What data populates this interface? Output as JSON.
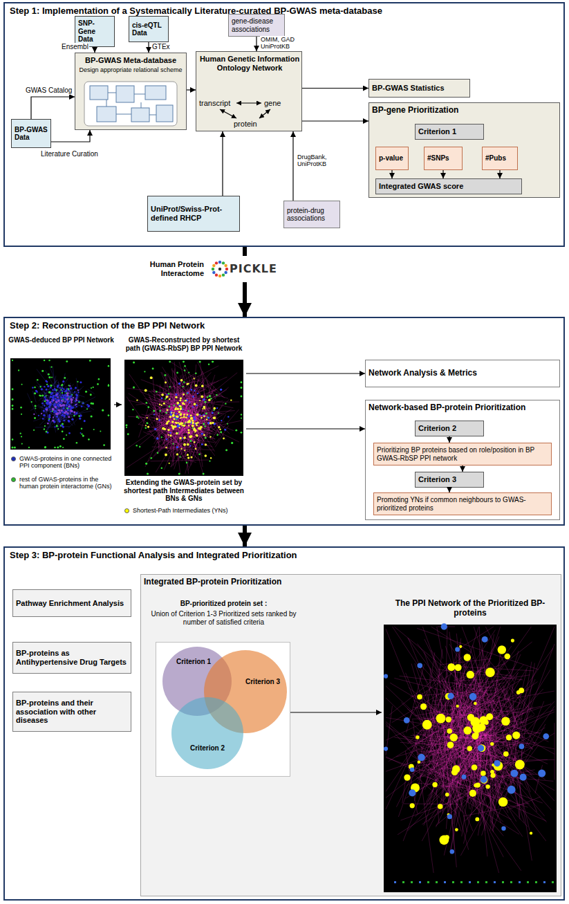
{
  "diagram": {
    "nodes": [
      {
        "text": [
          "Step 1: Implementation of a Systematically Literature-curated BP-GWAS meta-database"
        ]
      },
      {
        "text": [
          "SNP-Gene Data"
        ],
        "in": 0
      },
      {
        "text": [
          "cis-eQTL Data"
        ],
        "in": 0
      },
      {
        "text": [
          "BP-GWAS Meta-database",
          "Design appropriate relational scheme"
        ],
        "in": 0
      },
      {
        "text": [
          "BP-GWAS Data"
        ],
        "in": 0
      },
      {
        "text": [
          "gene-disease associations"
        ],
        "in": 0
      },
      {
        "text": [
          "Human Genetic Information Ontology Network",
          "transcript",
          "gene",
          "protein"
        ],
        "in": 0
      },
      {
        "text": [
          "BP-GWAS Statistics"
        ],
        "in": 0
      },
      {
        "text": [
          "BP-gene Prioritization"
        ],
        "in": 0
      },
      {
        "text": [
          "Criterion 1"
        ],
        "in": 8
      },
      {
        "text": [
          "p-value"
        ],
        "in": 8
      },
      {
        "text": [
          "#SNPs"
        ],
        "in": 8
      },
      {
        "text": [
          "#Pubs"
        ],
        "in": 8
      },
      {
        "text": [
          "Integrated GWAS score"
        ],
        "in": 8
      },
      {
        "text": [
          "UniProt/Swiss-Prot-defined RHCP"
        ],
        "in": 0
      },
      {
        "text": [
          "protein-drug associations"
        ],
        "in": 0
      },
      {
        "text": [
          "PICKLE"
        ]
      },
      {
        "text": [
          "Step 2: Reconstruction of the BP PPI Network"
        ]
      },
      {
        "text": [
          "GWAS-deduced BP PPI Network"
        ],
        "in": 17
      },
      {
        "text": [
          "GWAS-Reconstructed by shortest path (GWAS-RbSP) BP PPI Network",
          "Extending the GWAS-protein set by shortest path Intermediates between BNs & GNs"
        ],
        "in": 17
      },
      {
        "text": [
          "Network Analysis & Metrics"
        ],
        "in": 17
      },
      {
        "text": [
          "Network-based BP-protein Prioritization"
        ],
        "in": 17
      },
      {
        "text": [
          "Criterion 2"
        ],
        "in": 21
      },
      {
        "text": [
          "Prioritizing BP proteins based on role/position in BP GWAS-RbSP PPI network"
        ],
        "in": 21
      },
      {
        "text": [
          "Criterion 3"
        ],
        "in": 21
      },
      {
        "text": [
          "Promoting YNs if common neighbours to GWAS-prioritized proteins"
        ],
        "in": 21
      },
      {
        "text": [
          "Step 3: BP-protein Functional Analysis and Integrated Prioritization"
        ]
      },
      {
        "text": [
          "Pathway Enrichment Analysis"
        ],
        "in": 26
      },
      {
        "text": [
          "BP-proteins as Antihypertensive Drug Targets"
        ],
        "in": 26
      },
      {
        "text": [
          "BP-proteins and their association with other diseases"
        ],
        "in": 26
      },
      {
        "text": [
          "Integrated BP-protein Prioritization"
        ],
        "in": 26
      },
      {
        "text": [
          "BP-prioritized protein set :",
          "Union of Criterion 1-3 Prioritized sets ranked by number of satisfied criteria"
        ],
        "in": 30
      },
      {
        "text": [
          "Criterion 1"
        ],
        "in": 31
      },
      {
        "text": [
          "Criterion 3"
        ],
        "in": 31
      },
      {
        "text": [
          "Criterion 2"
        ],
        "in": 31
      },
      {
        "text": [
          "The PPI Network of the Prioritized BP-proteins"
        ],
        "in": 30
      }
    ],
    "edges": [
      {
        "from": 1,
        "to": 3,
        "arrow": "to",
        "label": "Ensembl"
      },
      {
        "from": 2,
        "to": 3,
        "arrow": "to",
        "label": "GTEx"
      },
      {
        "from": 4,
        "to": 3,
        "arrow": "to",
        "label": "GWAS Catalog"
      },
      {
        "from": 4,
        "to": 3,
        "arrow": "to",
        "label": "Literature Curation"
      },
      {
        "from": 5,
        "to": 6,
        "arrow": "to",
        "label": "OMIM, GAD UniProtKB"
      },
      {
        "from": 3,
        "to": 6,
        "arrow": "to"
      },
      {
        "from": 6,
        "to": 7,
        "arrow": "to"
      },
      {
        "from": 6,
        "to": 8,
        "arrow": "to"
      },
      {
        "from": 14,
        "to": 6,
        "arrow": "to"
      },
      {
        "from": 15,
        "to": 6,
        "arrow": "to",
        "label": "DrugBank, UniProtKB"
      },
      {
        "from": 10,
        "to": 13,
        "arrow": "to"
      },
      {
        "from": 11,
        "to": 13,
        "arrow": "to"
      },
      {
        "from": 12,
        "to": 13,
        "arrow": "to"
      },
      {
        "from": 0,
        "to": 16,
        "arrow": "none"
      },
      {
        "from": 16,
        "to": 17,
        "arrow": "to"
      },
      {
        "from": 18,
        "to": 19,
        "arrow": "to"
      },
      {
        "from": 19,
        "to": 20,
        "arrow": "to"
      },
      {
        "from": 19,
        "to": 21,
        "arrow": "to"
      },
      {
        "from": 22,
        "to": 23,
        "arrow": "to"
      },
      {
        "from": 23,
        "to": 24,
        "arrow": "to"
      },
      {
        "from": 24,
        "to": 25,
        "arrow": "to"
      },
      {
        "from": 17,
        "to": 26,
        "arrow": "to"
      },
      {
        "from": 31,
        "to": 35,
        "arrow": "to"
      }
    ],
    "labels": [
      "Human Protein Interactome"
    ],
    "legend": [
      {
        "text": "GWAS-proteins in one connected PPI component (BNs)",
        "color": "#1f2fb8"
      },
      {
        "text": "rest of GWAS-proteins in the human protein interactome (GNs)",
        "color": "#2db82d"
      },
      {
        "text": "Shortest-Path Intermediates (YNs)",
        "color": "#ffff00"
      }
    ]
  }
}
